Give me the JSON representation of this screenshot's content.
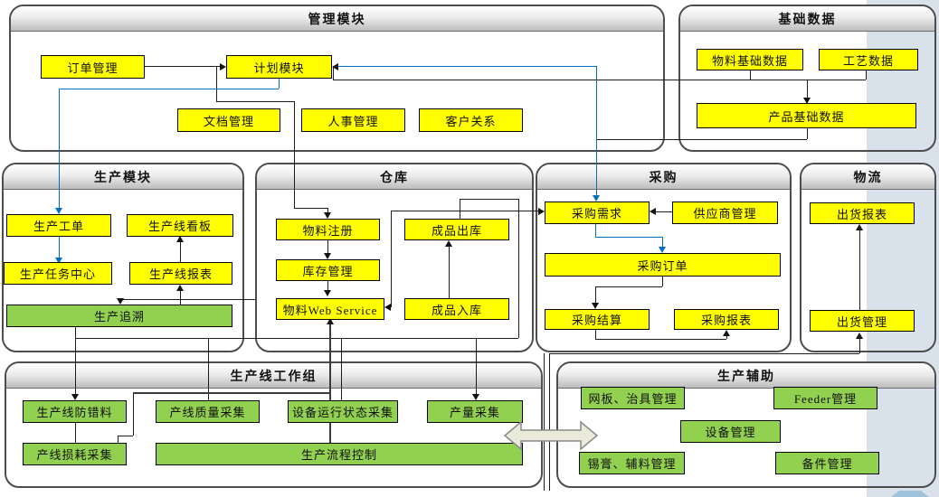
{
  "modules": {
    "management": {
      "title": "管理模块",
      "boxes": {
        "order": "订单管理",
        "plan": "计划模块",
        "doc": "文档管理",
        "hr": "人事管理",
        "crm": "客户关系"
      }
    },
    "base_data": {
      "title": "基础数据",
      "boxes": {
        "material": "物料基础数据",
        "process": "工艺数据",
        "product": "产品基础数据"
      }
    },
    "production": {
      "title": "生产模块",
      "boxes": {
        "work_order": "生产工单",
        "kanban": "生产线看板",
        "task_center": "生产任务中心",
        "line_report": "生产线报表",
        "trace": "生产追溯"
      }
    },
    "warehouse": {
      "title": "仓库",
      "boxes": {
        "mat_reg": "物料注册",
        "inv": "库存管理",
        "ws": "物料Web Service",
        "fin_out": "成品出库",
        "fin_in": "成品入库"
      }
    },
    "purchase": {
      "title": "采购",
      "boxes": {
        "demand": "采购需求",
        "supplier": "供应商管理",
        "po": "采购订单",
        "settle": "采购结算",
        "report": "采购报表"
      }
    },
    "logistics": {
      "title": "物流",
      "boxes": {
        "ship_report": "出货报表",
        "ship_mgmt": "出货管理"
      }
    },
    "line_workgroup": {
      "title": "生产线工作组",
      "boxes": {
        "error_proof": "生产线防错料",
        "quality": "产线质量采集",
        "equip_status": "设备运行状态采集",
        "output": "产量采集",
        "loss": "产线损耗采集",
        "flow_ctrl": "生产流程控制"
      }
    },
    "support": {
      "title": "生产辅助",
      "boxes": {
        "stencil": "网板、治具管理",
        "feeder": "Feeder管理",
        "equip": "设备管理",
        "solder": "锡膏、辅料管理",
        "spare": "备件管理"
      }
    }
  },
  "colors": {
    "box_yellow": "#ffff00",
    "box_green": "#92d050",
    "connector_black": "#1c1c1c",
    "connector_blue": "#0070c0",
    "side_band": "#d9e1ea",
    "double_arrow_fill": "#e9ead9",
    "bottom_shape": "#9dc3dd"
  }
}
